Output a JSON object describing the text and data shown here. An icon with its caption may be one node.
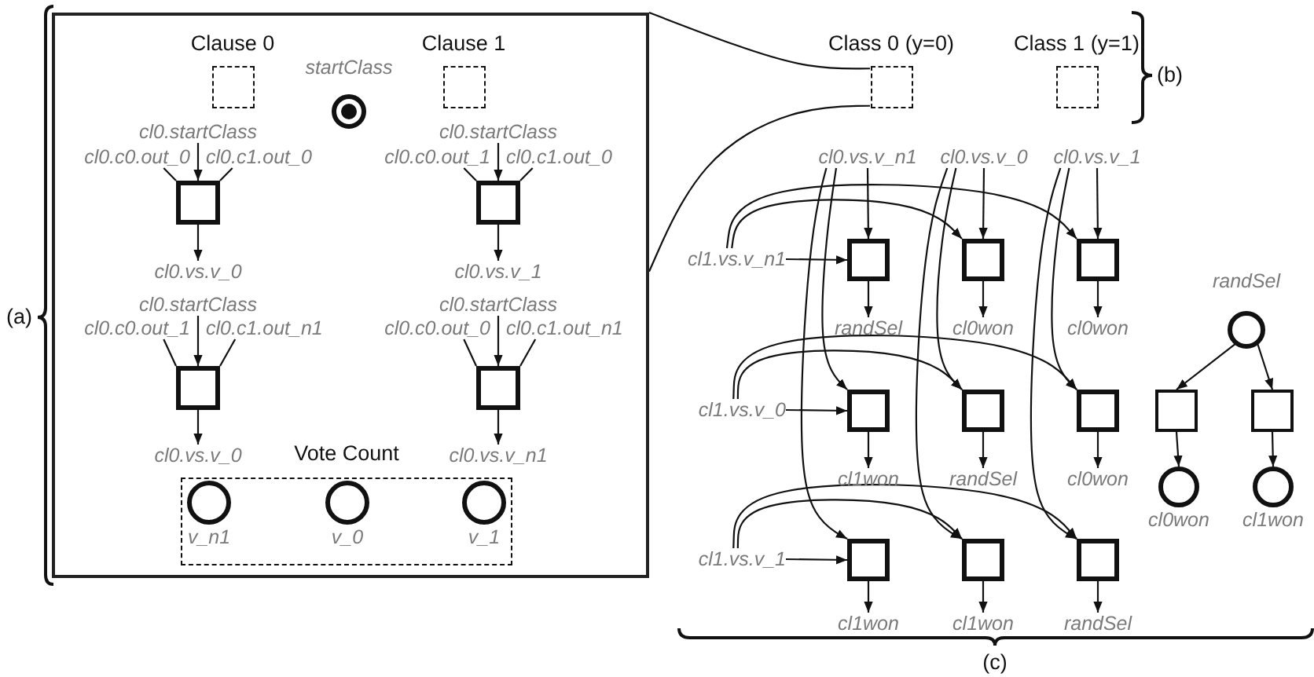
{
  "diagram": {
    "nodes": [
      {
        "text": [],
        "shape": "box"
      },
      {
        "text": [
          "Clause 0"
        ],
        "in": 0
      },
      {
        "text": [
          "Clause 1"
        ],
        "in": 0
      },
      {
        "text": [
          "startClass"
        ],
        "in": 0
      },
      {
        "text": [
          "cl0.startClass"
        ],
        "in": 0
      },
      {
        "text": [
          "cl0.c0.out_0"
        ],
        "in": 0
      },
      {
        "text": [
          "cl0.c1.out_0"
        ],
        "in": 0
      },
      {
        "text": [],
        "shape": "box",
        "in": 0
      },
      {
        "text": [
          "cl0.vs.v_0"
        ],
        "in": 0
      },
      {
        "text": [
          "cl0.startClass"
        ],
        "in": 0
      },
      {
        "text": [
          "cl0.c0.out_1"
        ],
        "in": 0
      },
      {
        "text": [
          "cl0.c1.out_0"
        ],
        "in": 0
      },
      {
        "text": [],
        "shape": "box",
        "in": 0
      },
      {
        "text": [
          "cl0.vs.v_1"
        ],
        "in": 0
      },
      {
        "text": [
          "cl0.startClass"
        ],
        "in": 0
      },
      {
        "text": [
          "cl0.c0.out_1"
        ],
        "in": 0
      },
      {
        "text": [
          "cl0.c1.out_n1"
        ],
        "in": 0
      },
      {
        "text": [],
        "shape": "box",
        "in": 0
      },
      {
        "text": [
          "cl0.vs.v_0"
        ],
        "in": 0
      },
      {
        "text": [
          "cl0.startClass"
        ],
        "in": 0
      },
      {
        "text": [
          "cl0.c0.out_0"
        ],
        "in": 0
      },
      {
        "text": [
          "cl0.c1.out_n1"
        ],
        "in": 0
      },
      {
        "text": [],
        "shape": "box",
        "in": 0
      },
      {
        "text": [
          "cl0.vs.v_n1"
        ],
        "in": 0
      },
      {
        "text": [
          "Vote Count"
        ],
        "in": 0
      },
      {
        "text": [
          "v_n1"
        ],
        "in": 24
      },
      {
        "text": [
          "v_0"
        ],
        "in": 24
      },
      {
        "text": [
          "v_1"
        ],
        "in": 24
      },
      {
        "text": [
          "Class 0 (y=0)"
        ]
      },
      {
        "text": [
          "Class 1 (y=1)"
        ]
      },
      {
        "text": [
          "cl0.vs.v_n1"
        ]
      },
      {
        "text": [
          "cl0.vs.v_0"
        ]
      },
      {
        "text": [
          "cl0.vs.v_1"
        ]
      },
      {
        "text": [
          "cl1.vs.v_n1"
        ]
      },
      {
        "text": [],
        "shape": "box"
      },
      {
        "text": [],
        "shape": "box"
      },
      {
        "text": [],
        "shape": "box"
      },
      {
        "text": [
          "randSel"
        ]
      },
      {
        "text": [
          "cl0won"
        ]
      },
      {
        "text": [
          "cl0won"
        ]
      },
      {
        "text": [
          "cl1.vs.v_0"
        ]
      },
      {
        "text": [],
        "shape": "box"
      },
      {
        "text": [],
        "shape": "box"
      },
      {
        "text": [],
        "shape": "box"
      },
      {
        "text": [
          "cl1won"
        ]
      },
      {
        "text": [
          "randSel"
        ]
      },
      {
        "text": [
          "cl0won"
        ]
      },
      {
        "text": [
          "cl1.vs.v_1"
        ]
      },
      {
        "text": [],
        "shape": "box"
      },
      {
        "text": [],
        "shape": "box"
      },
      {
        "text": [],
        "shape": "box"
      },
      {
        "text": [
          "cl1won"
        ]
      },
      {
        "text": [
          "cl1won"
        ]
      },
      {
        "text": [
          "randSel"
        ]
      },
      {
        "text": [
          "randSel"
        ]
      },
      {
        "text": [],
        "shape": "box"
      },
      {
        "text": [],
        "shape": "box"
      },
      {
        "text": [
          "cl0won"
        ]
      },
      {
        "text": [
          "cl1won"
        ]
      }
    ],
    "edges": [
      {
        "from": 4,
        "to": 7,
        "arrow": "to"
      },
      {
        "from": 5,
        "to": 7,
        "arrow": "none"
      },
      {
        "from": 6,
        "to": 7,
        "arrow": "none"
      },
      {
        "from": 7,
        "to": 8,
        "arrow": "to"
      },
      {
        "from": 9,
        "to": 12,
        "arrow": "to"
      },
      {
        "from": 10,
        "to": 12,
        "arrow": "none"
      },
      {
        "from": 11,
        "to": 12,
        "arrow": "none"
      },
      {
        "from": 12,
        "to": 13,
        "arrow": "to"
      },
      {
        "from": 14,
        "to": 17,
        "arrow": "to"
      },
      {
        "from": 15,
        "to": 17,
        "arrow": "none"
      },
      {
        "from": 16,
        "to": 17,
        "arrow": "none"
      },
      {
        "from": 17,
        "to": 18,
        "arrow": "to"
      },
      {
        "from": 19,
        "to": 22,
        "arrow": "to"
      },
      {
        "from": 20,
        "to": 22,
        "arrow": "none"
      },
      {
        "from": 21,
        "to": 22,
        "arrow": "none"
      },
      {
        "from": 22,
        "to": 23,
        "arrow": "to"
      },
      {
        "from": 0,
        "to": 28,
        "arrow": "none"
      },
      {
        "from": 0,
        "to": 28,
        "arrow": "none"
      },
      {
        "from": 30,
        "to": 34,
        "arrow": "to"
      },
      {
        "from": 33,
        "to": 34,
        "arrow": "to"
      },
      {
        "from": 34,
        "to": 37,
        "arrow": "to"
      },
      {
        "from": 31,
        "to": 35,
        "arrow": "to"
      },
      {
        "from": 33,
        "to": 35,
        "arrow": "to"
      },
      {
        "from": 35,
        "to": 38,
        "arrow": "to"
      },
      {
        "from": 32,
        "to": 36,
        "arrow": "to"
      },
      {
        "from": 33,
        "to": 36,
        "arrow": "to"
      },
      {
        "from": 36,
        "to": 39,
        "arrow": "to"
      },
      {
        "from": 30,
        "to": 41,
        "arrow": "to"
      },
      {
        "from": 40,
        "to": 41,
        "arrow": "to"
      },
      {
        "from": 41,
        "to": 44,
        "arrow": "to"
      },
      {
        "from": 31,
        "to": 42,
        "arrow": "to"
      },
      {
        "from": 40,
        "to": 42,
        "arrow": "to"
      },
      {
        "from": 42,
        "to": 45,
        "arrow": "to"
      },
      {
        "from": 32,
        "to": 43,
        "arrow": "to"
      },
      {
        "from": 40,
        "to": 43,
        "arrow": "to"
      },
      {
        "from": 43,
        "to": 46,
        "arrow": "to"
      },
      {
        "from": 30,
        "to": 48,
        "arrow": "to"
      },
      {
        "from": 47,
        "to": 48,
        "arrow": "to"
      },
      {
        "from": 48,
        "to": 51,
        "arrow": "to"
      },
      {
        "from": 31,
        "to": 49,
        "arrow": "to"
      },
      {
        "from": 47,
        "to": 49,
        "arrow": "to"
      },
      {
        "from": 49,
        "to": 52,
        "arrow": "to"
      },
      {
        "from": 32,
        "to": 50,
        "arrow": "to"
      },
      {
        "from": 47,
        "to": 50,
        "arrow": "to"
      },
      {
        "from": 50,
        "to": 53,
        "arrow": "to"
      },
      {
        "from": 54,
        "to": 55,
        "arrow": "to"
      },
      {
        "from": 54,
        "to": 56,
        "arrow": "to"
      },
      {
        "from": 55,
        "to": 57,
        "arrow": "to"
      },
      {
        "from": 56,
        "to": 58,
        "arrow": "to"
      }
    ],
    "labels": [
      "(a)",
      "(b)",
      "(c)"
    ]
  }
}
